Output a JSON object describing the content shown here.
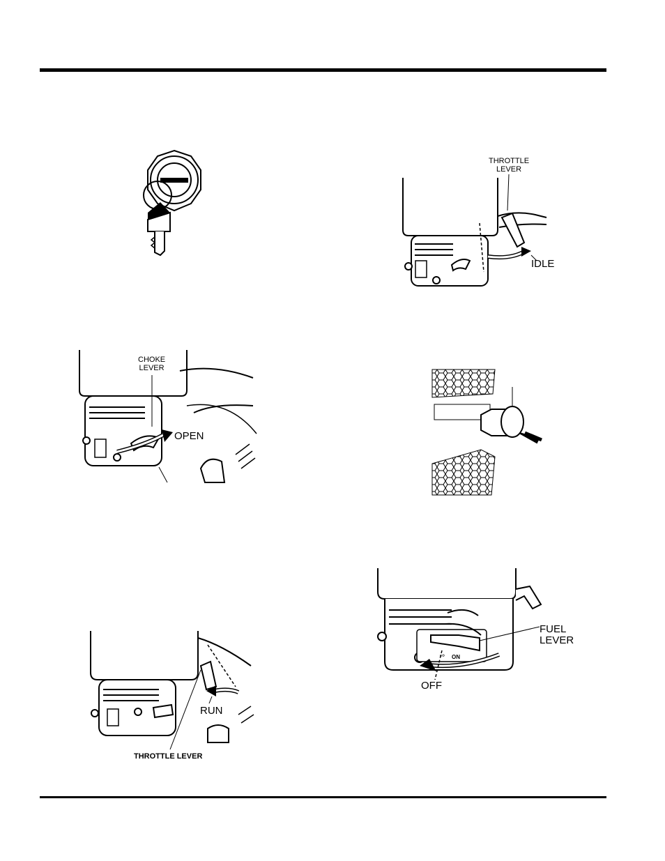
{
  "labels": {
    "throttle_lever_top": "THROTTLE\nLEVER",
    "idle": "IDLE",
    "choke_lever": "CHOKE\nLEVER",
    "open": "OPEN",
    "run": "RUN",
    "throttle_lever_bottom": "THROTTLE LEVER",
    "fuel_lever": "FUEL\nLEVER",
    "off": "OFF",
    "fuel_on_marking": "ON"
  },
  "colors": {
    "ink": "#000000",
    "paper": "#ffffff"
  }
}
